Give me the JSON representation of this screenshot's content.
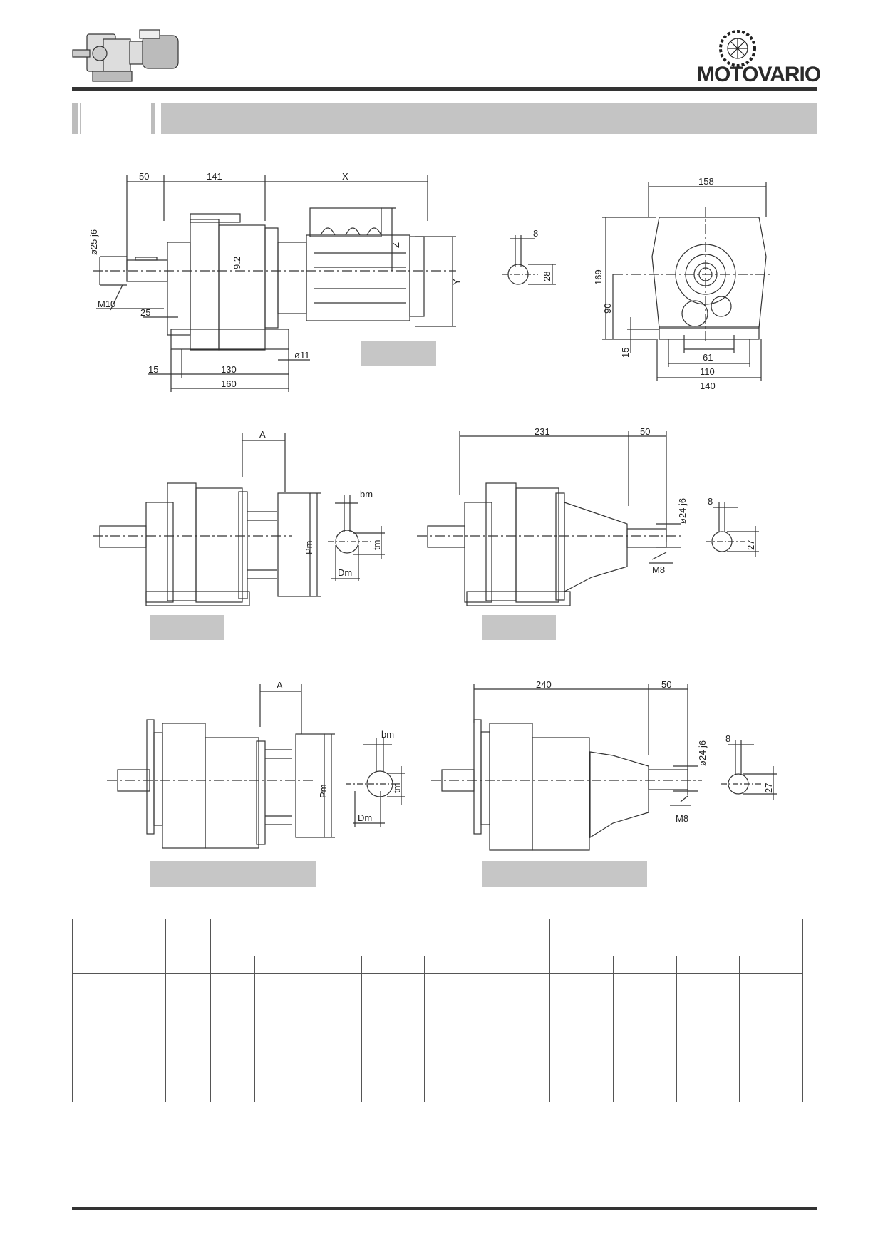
{
  "brand": {
    "name": "MOTOVARIO"
  },
  "icons": {
    "logo": "motovario-gear-emblem-icon",
    "product": "gearmotor-thumbnail-icon"
  },
  "drawing1": {
    "dims": {
      "d50": "50",
      "d141": "141",
      "dX": "X",
      "shaft": "ø25 j6",
      "d92": "9.2",
      "dZ": "Z",
      "dY": "Y",
      "m10": "M10",
      "d25": "25",
      "d11": "ø11",
      "d15": "15",
      "d130": "130",
      "d160": "160"
    }
  },
  "key1": {
    "d8": "8",
    "d28": "28"
  },
  "endview": {
    "d158": "158",
    "d169": "169",
    "d90": "90",
    "d15": "15",
    "d61": "61",
    "d110": "110",
    "d140": "140"
  },
  "drawing2": {
    "A": "A",
    "bm": "bm",
    "Pm": "Pm",
    "tm": "tm",
    "Dm": "Dm"
  },
  "drawing3": {
    "d231": "231",
    "d50": "50",
    "shaft": "ø24 j6",
    "d8": "8",
    "d27": "27",
    "m8": "M8"
  },
  "drawing4": {
    "A": "A",
    "bm": "bm",
    "Pm": "Pm",
    "tm": "tm",
    "Dm": "Dm"
  },
  "drawing5": {
    "d240": "240",
    "d50": "50",
    "shaft": "ø24 j6",
    "d8": "8",
    "d27": "27",
    "m8": "M8"
  }
}
